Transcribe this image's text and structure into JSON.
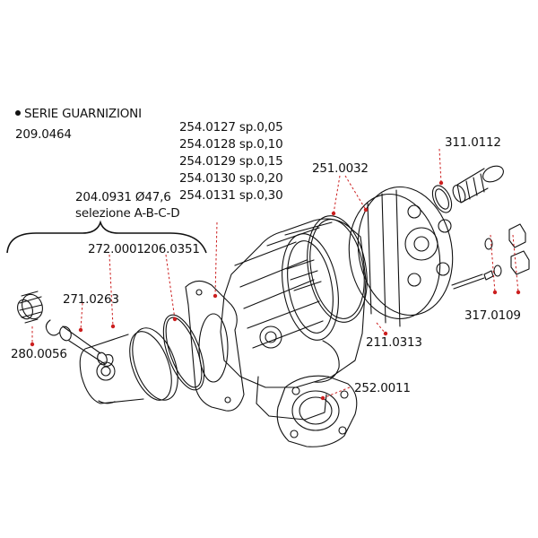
{
  "gasket_set": {
    "title": "SERIE GUARNIZIONI",
    "code": "209.0464"
  },
  "piston_group": {
    "code": "204.0931 Ø47,6",
    "selection": "selezione A-B-C-D"
  },
  "shims": [
    "254.0127 sp.0,05",
    "254.0128 sp.0,10",
    "254.0129 sp.0,15",
    "254.0130 sp.0,20",
    "254.0131 sp.0,30"
  ],
  "parts": {
    "head_oring": "251.0032",
    "spark_adapter": "311.0112",
    "piston_rings": "272.0001",
    "piston_ring": "206.0351",
    "piston_pin": "271.0263",
    "needle_bearing": "280.0056",
    "head": "211.0313",
    "base_gasket": "252.0011",
    "studs_nuts": "317.0109"
  },
  "colors": {
    "leader": "#cc1f1f",
    "ink": "#111111"
  }
}
